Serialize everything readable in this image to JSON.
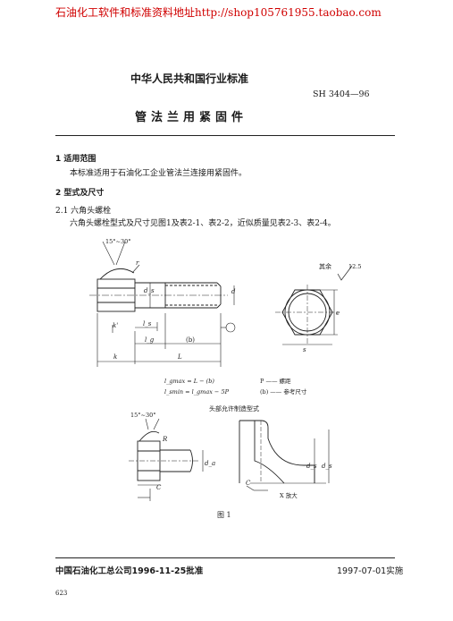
{
  "watermark": "石油化工软件和标准资料地址http://shop105761955.taobao.com",
  "header": {
    "org": "中华人民共和国行业标准",
    "code": "SH 3404—96",
    "title": "管法兰用紧固件"
  },
  "sections": {
    "s1_heading": "1  适用范围",
    "s1_body": "本标准适用于石油化工企业管法兰连接用紧固件。",
    "s2_heading": "2  型式及尺寸",
    "s21_heading": "2.1  六角头螺栓",
    "s21_body": "六角头螺栓型式及尺寸见图1及表2-1、表2-2，近似质量见表2-3、表2-4。"
  },
  "figure": {
    "angle": "15°~30°",
    "angle2": "15°~30°",
    "label_r": "r",
    "label_ds": "d_s",
    "label_d": "d",
    "label_kprime": "k'",
    "label_ls": "l_s",
    "label_lg": "l_g",
    "label_b": "(b)",
    "label_k": "k",
    "label_L": "L",
    "label_s": "s",
    "label_e": "e",
    "surface_note": "其余",
    "roughness": "12.5",
    "formula1": "l_gmax = L − (b)",
    "formula2": "l_smin = l_gmax − 5P",
    "legend_p": "P —— 螺距",
    "legend_b": "(b) —— 参考尺寸",
    "alt_caption": "头部允许制造型式",
    "label_R": "R",
    "label_C1": "C",
    "label_C2": "C",
    "label_da": "d_a",
    "label_ds2": "d_s",
    "label_ds3": "d_s",
    "label_xdetail": "X 放大",
    "caption": "图 1"
  },
  "footer": {
    "issuer": "中国石油化工总公司1996-11-25批准",
    "effective": "1997-07-01实施",
    "page_number": "623"
  }
}
